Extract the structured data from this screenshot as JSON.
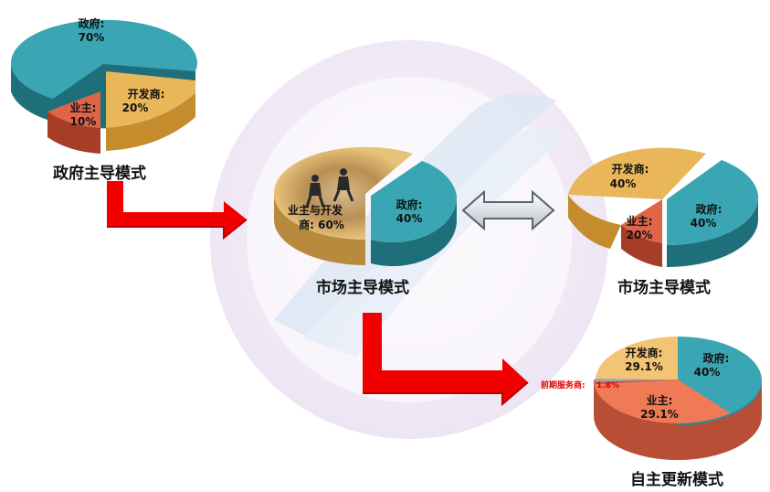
{
  "colors": {
    "government": "#3aa6b3",
    "developer": "#e9b65a",
    "owner": "#e06448",
    "service": "#9aa3ad",
    "arrow_red": "#f20000",
    "arrow_gray": "#c8ced3",
    "service_text": "#e00000"
  },
  "pie1": {
    "title": "政府主导模式",
    "slices": [
      {
        "name": "政府:",
        "value": "70%"
      },
      {
        "name": "开发商:",
        "value": "20%"
      },
      {
        "name": "业主:",
        "value": "10%"
      }
    ]
  },
  "pie2": {
    "title": "市场主导模式",
    "slices": [
      {
        "name": "政府:",
        "value": "40%"
      },
      {
        "name": "业主与开发",
        "value": "商: 60%"
      }
    ]
  },
  "pie3": {
    "title": "市场主导模式",
    "slices": [
      {
        "name": "开发商:",
        "value": "40%"
      },
      {
        "name": "政府:",
        "value": "40%"
      },
      {
        "name": "业主:",
        "value": "20%"
      }
    ]
  },
  "pie4": {
    "title": "自主更新模式",
    "slices": [
      {
        "name": "开发商:",
        "value": "29.1%"
      },
      {
        "name": "政府:",
        "value": "40%"
      },
      {
        "name": "业主:",
        "value": "29.1%"
      },
      {
        "name": "前期服务商:",
        "value": "1.8%"
      }
    ]
  },
  "icons": {
    "arrow_red": "bent-arrow-icon",
    "arrow_gray": "double-arrow-icon",
    "wrestlers": "wrestlers-photo-icon",
    "logo": "watermark-logo-icon"
  }
}
